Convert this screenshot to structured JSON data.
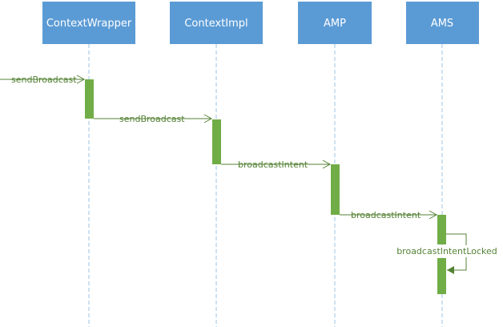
{
  "participants": [
    {
      "name": "ContextWrapper"
    },
    {
      "name": "ContextImpl"
    },
    {
      "name": "AMP"
    },
    {
      "name": "AMS"
    }
  ],
  "messages": [
    {
      "label": "sendBroadcast",
      "from": null,
      "to": 0
    },
    {
      "label": "sendBroadcast",
      "from": 0,
      "to": 1
    },
    {
      "label": "broadcastIntent",
      "from": 1,
      "to": 2
    },
    {
      "label": "broadcastIntent",
      "from": 2,
      "to": 3
    },
    {
      "label": "broadcastIntentLocked",
      "from": 3,
      "to": 3
    }
  ],
  "colors": {
    "header_fill": "#5b9bd5",
    "header_text": "#ffffff",
    "lifeline": "#9dc3e6",
    "activation": "#70ad47",
    "message": "#548235"
  }
}
